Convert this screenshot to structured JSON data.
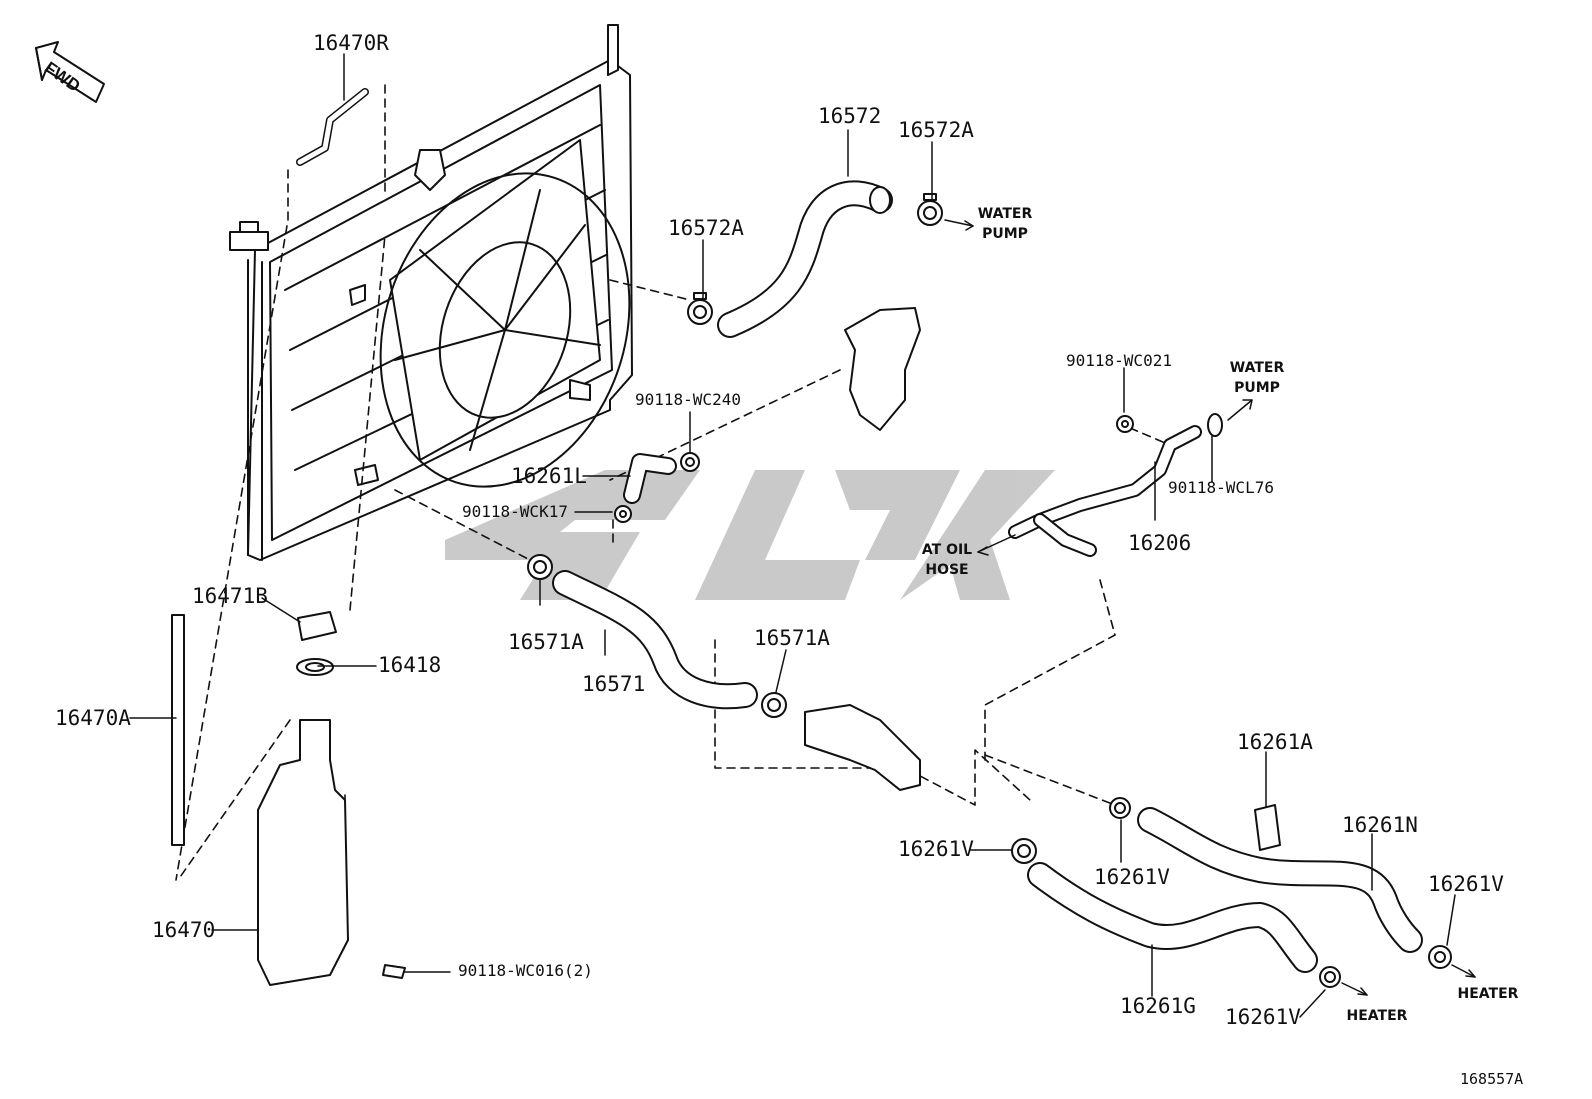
{
  "orientation": {
    "fwd_label": "FWD"
  },
  "colors": {
    "line": "#111111",
    "watermark": "#c4c4c4",
    "background": "#ffffff"
  },
  "parts": {
    "p16470R": "16470R",
    "p16572": "16572",
    "p16572A_top": "16572A",
    "p16572A_left": "16572A",
    "p90118_WC240": "90118-WC240",
    "p16261L": "16261L",
    "p90118_WCK17": "90118-WCK17",
    "p90118_WC021": "90118-WC021",
    "p90118_WCL76": "90118-WCL76",
    "p16206": "16206",
    "p16471B": "16471B",
    "p16418": "16418",
    "p16571A_left": "16571A",
    "p16571": "16571",
    "p16571A_right": "16571A",
    "p16470A": "16470A",
    "p16261A": "16261A",
    "p16261N": "16261N",
    "p16261V_left": "16261V",
    "p16261V_mid": "16261V",
    "p16261V_right": "16261V",
    "p16261V_bottom": "16261V",
    "p16470": "16470",
    "p16261G": "16261G",
    "p90118_WC016": "90118-WC016(2)"
  },
  "annotations": {
    "water_pump_1_line1": "WATER",
    "water_pump_1_line2": "PUMP",
    "water_pump_2_line1": "WATER",
    "water_pump_2_line2": "PUMP",
    "at_oil_line1": "AT OIL",
    "at_oil_line2": "HOSE",
    "heater_1": "HEATER",
    "heater_2": "HEATER"
  },
  "reference": {
    "illustration_number": "168557A"
  }
}
